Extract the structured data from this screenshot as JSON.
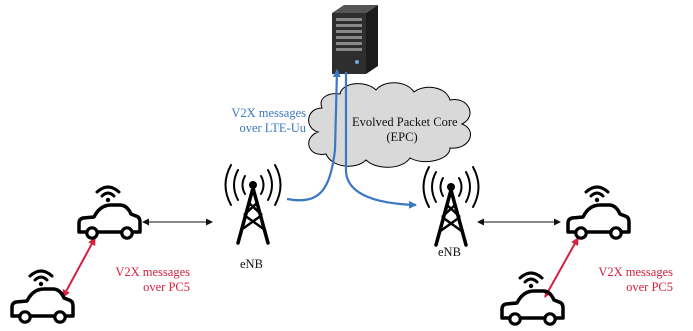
{
  "epc": {
    "line1": "Evolved Packet Core",
    "line2": "(EPC)"
  },
  "uu_label": {
    "line1": "V2X messages",
    "line2": "over LTE-Uu"
  },
  "enb_left": {
    "label": "eNB"
  },
  "enb_right": {
    "label": "eNB"
  },
  "pc5_left": {
    "line1": "V2X messages",
    "line2": "over PC5"
  },
  "pc5_right": {
    "line1": "V2X messages",
    "line2": "over PC5"
  },
  "colors": {
    "uu": "#3b78c3",
    "pc5": "#d4213d",
    "cloud": "#d9d9d9",
    "server": "#2a2a2a"
  },
  "icons": {
    "server": "server-icon",
    "cloud": "cloud-icon",
    "tower": "cell-tower-icon",
    "car": "connected-car-icon"
  }
}
